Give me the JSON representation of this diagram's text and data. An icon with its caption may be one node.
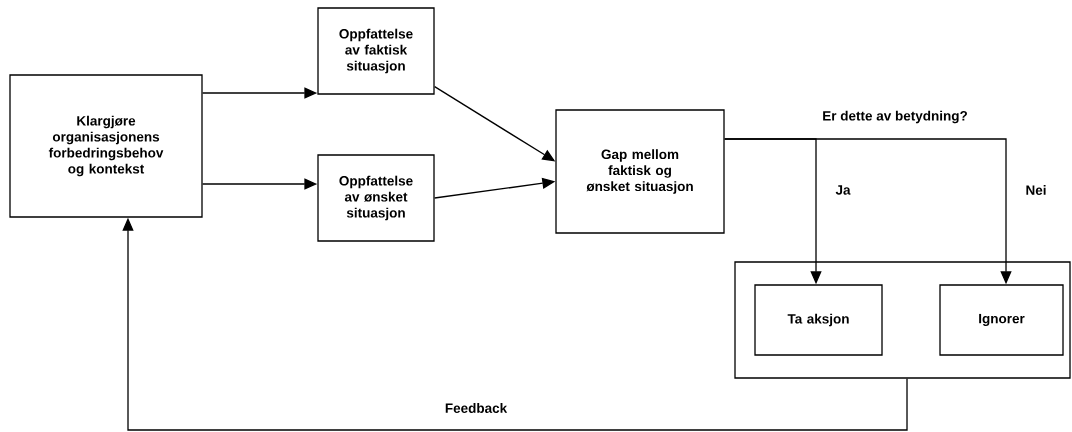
{
  "diagram": {
    "nodes": [
      {
        "text": [
          "Klargjøre organisasjonens forbedringsbehov og kontekst"
        ]
      },
      {
        "text": [
          "Oppfattelse av faktisk situasjon"
        ]
      },
      {
        "text": [
          "Oppfattelse av ønsket situasjon"
        ]
      },
      {
        "text": [
          "Gap mellom faktisk og ønsket situasjon"
        ]
      },
      {
        "text": [],
        "shape": "box"
      },
      {
        "text": [
          "Ta aksjon"
        ],
        "in": 4
      },
      {
        "text": [
          "Ignorer"
        ],
        "in": 4
      }
    ],
    "edges": [
      {
        "from": 0,
        "to": 1,
        "arrow": "to"
      },
      {
        "from": 0,
        "to": 2,
        "arrow": "to"
      },
      {
        "from": 1,
        "to": 3,
        "arrow": "to"
      },
      {
        "from": 2,
        "to": 3,
        "arrow": "to"
      },
      {
        "from": 3,
        "to": 5,
        "arrow": "to",
        "label": "Ja"
      },
      {
        "from": 3,
        "to": 6,
        "arrow": "to",
        "label": "Nei"
      },
      {
        "from": 4,
        "to": 0,
        "arrow": "to",
        "label": "Feedback"
      }
    ],
    "labels": [
      "Er dette av betydning?"
    ]
  }
}
